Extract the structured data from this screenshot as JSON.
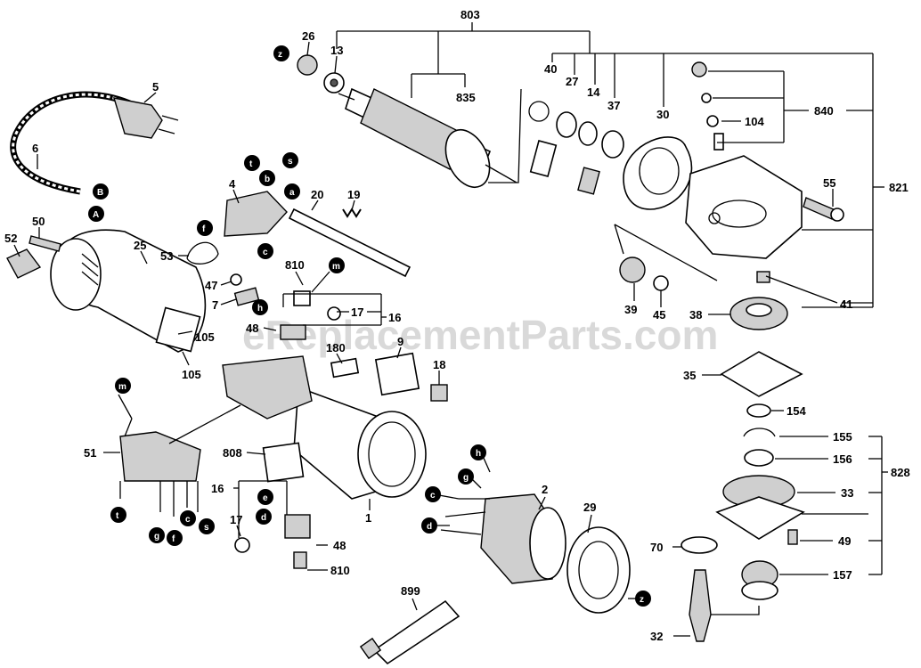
{
  "watermark": "eReplacementParts.com",
  "parts": {
    "p803": "803",
    "p835": "835",
    "p26": "26",
    "p13": "13",
    "p5": "5",
    "p6": "6",
    "p40": "40",
    "p27": "27",
    "p14": "14",
    "p37": "37",
    "p30": "30",
    "p840": "840",
    "p104": "104",
    "p821": "821",
    "p55": "55",
    "p4": "4",
    "p20": "20",
    "p19": "19",
    "p50": "50",
    "p52": "52",
    "p25": "25",
    "p53": "53",
    "p810a": "810",
    "p47": "47",
    "p7": "7",
    "p17a": "17",
    "p16a": "16",
    "p48a": "48",
    "p105a": "105",
    "p105b": "105",
    "p180": "180",
    "p9": "9",
    "p18": "18",
    "p39": "39",
    "p45": "45",
    "p41": "41",
    "p38": "38",
    "p35": "35",
    "p154": "154",
    "p155": "155",
    "p156": "156",
    "p828": "828",
    "p33": "33",
    "p49": "49",
    "p157": "157",
    "p70": "70",
    "p32": "32",
    "p51": "51",
    "p808": "808",
    "p16b": "16",
    "p17b": "17",
    "p48b": "48",
    "p810b": "810",
    "p1": "1",
    "p2": "2",
    "p29": "29",
    "p899": "899"
  },
  "markers": {
    "z1": "z",
    "z2": "z",
    "B": "B",
    "A": "A",
    "t1": "t",
    "b": "b",
    "s1": "s",
    "a": "a",
    "f1": "f",
    "c1": "c",
    "m1": "m",
    "h1": "h",
    "m2": "m",
    "t2": "t",
    "g1": "g",
    "f2": "f",
    "c2": "c",
    "s2": "s",
    "e": "e",
    "d1": "d",
    "h2": "h",
    "g2": "g",
    "c3": "c",
    "d2": "d"
  }
}
